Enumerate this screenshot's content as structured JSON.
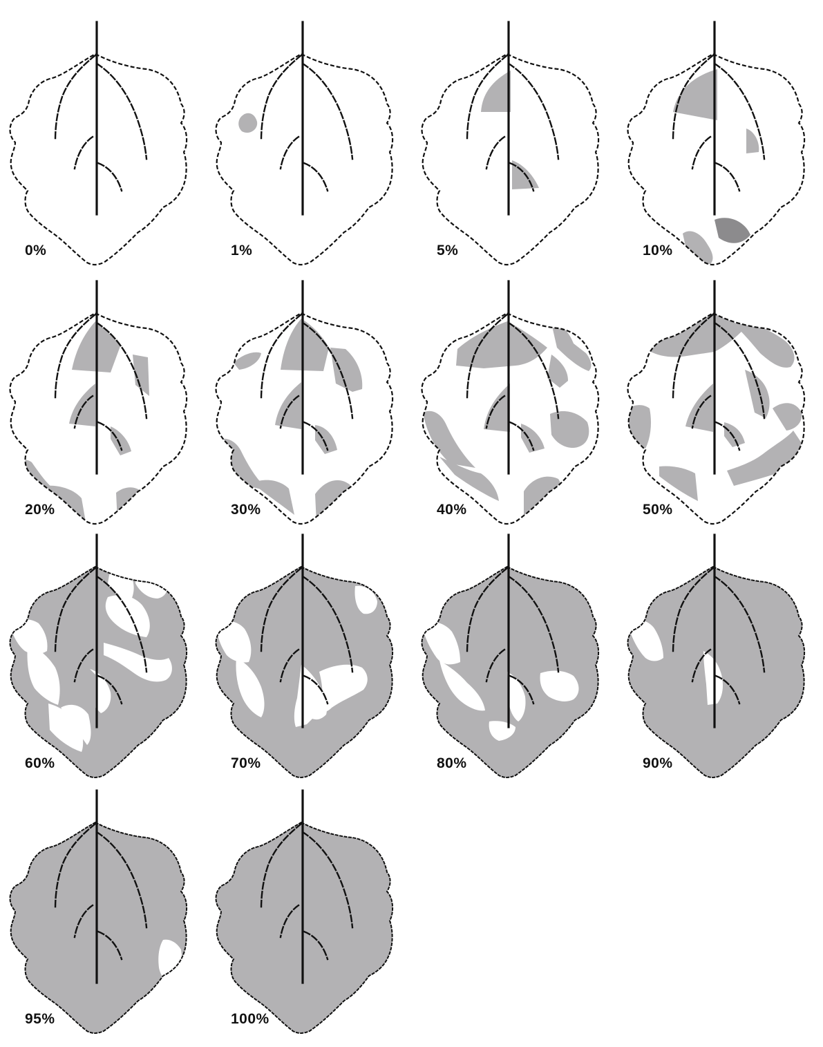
{
  "figure": {
    "colors": {
      "healthy_tissue": "#ffffff",
      "lesion": "#b3b2b4",
      "dark_lesion": "#8c8b8d",
      "outline": "#111111"
    },
    "leaves": [
      {
        "label": "0%",
        "severity_percent": 0
      },
      {
        "label": "1%",
        "severity_percent": 1
      },
      {
        "label": "5%",
        "severity_percent": 5
      },
      {
        "label": "10%",
        "severity_percent": 10
      },
      {
        "label": "20%",
        "severity_percent": 20
      },
      {
        "label": "30%",
        "severity_percent": 30
      },
      {
        "label": "40%",
        "severity_percent": 40
      },
      {
        "label": "50%",
        "severity_percent": 50
      },
      {
        "label": "60%",
        "severity_percent": 60
      },
      {
        "label": "70%",
        "severity_percent": 70
      },
      {
        "label": "80%",
        "severity_percent": 80
      },
      {
        "label": "90%",
        "severity_percent": 90
      },
      {
        "label": "95%",
        "severity_percent": 95
      },
      {
        "label": "100%",
        "severity_percent": 100
      }
    ]
  }
}
